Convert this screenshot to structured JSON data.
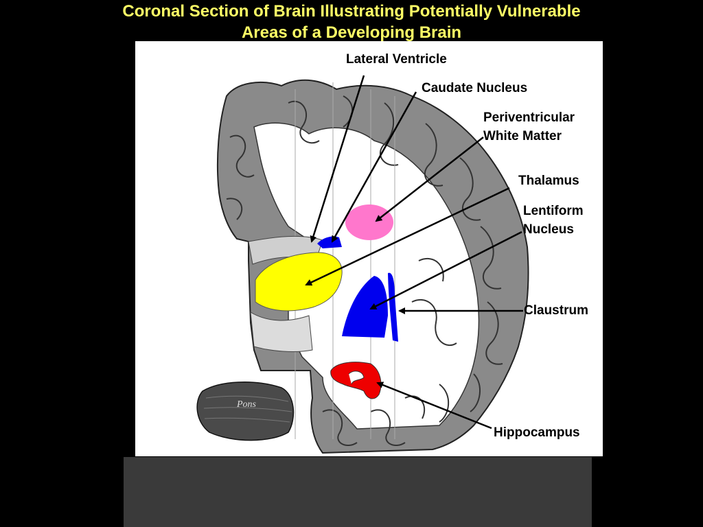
{
  "title": {
    "line1": "Coronal Section of Brain Illustrating Potentially Vulnerable",
    "line2": "Areas of a Developing Brain"
  },
  "labels": {
    "lateral_ventricle": "Lateral Ventricle",
    "caudate_nucleus": "Caudate Nucleus",
    "periventricular_line1": "Periventricular",
    "periventricular_line2": "White Matter",
    "thalamus": "Thalamus",
    "lentiform_line1": "Lentiform",
    "lentiform_line2": "Nucleus",
    "claustrum": "Claustrum",
    "hippocampus": "Hippocampus",
    "pons": "Pons"
  },
  "colors": {
    "title": "#ffff66",
    "background": "#000000",
    "footer": "#3a3a3a",
    "caudate": "#0000ee",
    "periventricular": "#ff77cc",
    "thalamus": "#ffff00",
    "lentiform": "#0000ee",
    "claustrum": "#0000ee",
    "hippocampus": "#ee0000"
  }
}
